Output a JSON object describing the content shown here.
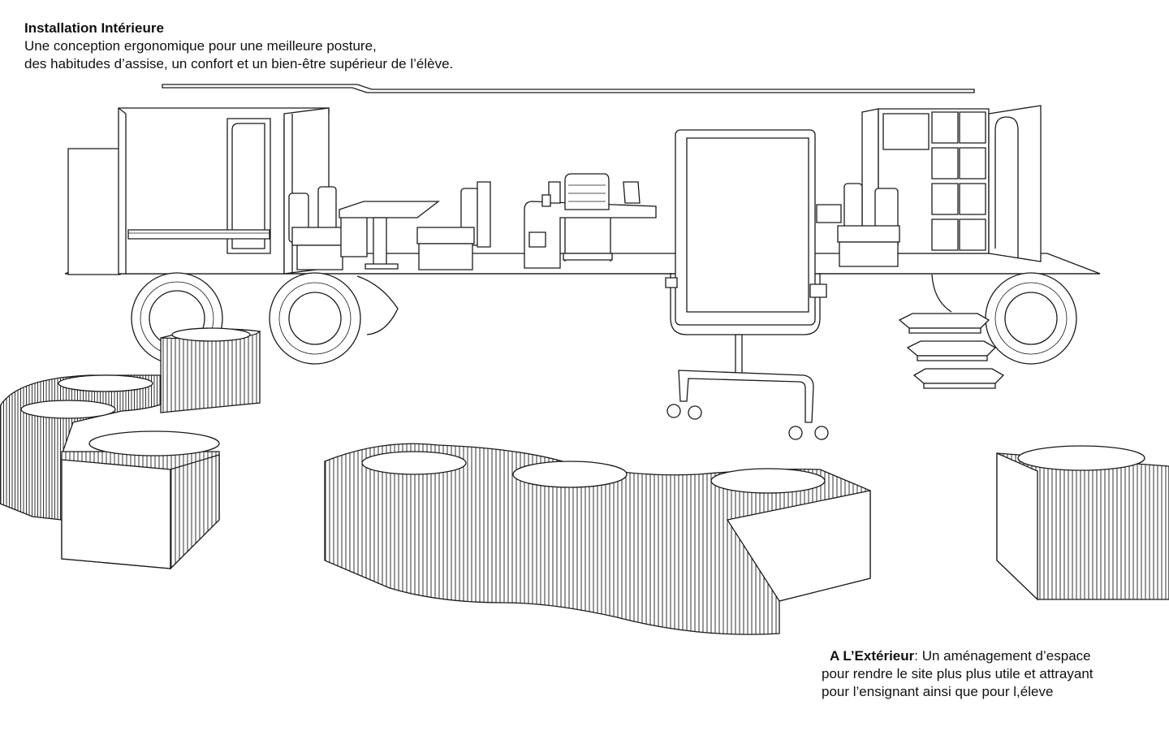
{
  "captions": {
    "interior": {
      "title": "Installation Intérieure",
      "line1": "Une conception ergonomique pour une meilleure posture,",
      "line2": "des habitudes d’assise, un confort et un bien-être supérieur de l’élève."
    },
    "exterior": {
      "label": "A L’Extérieur",
      "line1_rest": ": Un aménagement d’espace",
      "line2": "pour rendre le site plus plus utile et attrayant",
      "line3": "pour l’ensignant ainsi que pour l,éleve"
    }
  }
}
